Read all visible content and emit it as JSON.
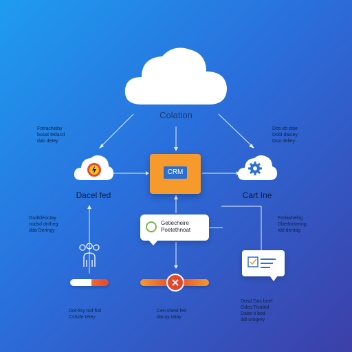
{
  "diagram": {
    "top_cloud": {
      "label": "Colation",
      "icon": "cloud-icon"
    },
    "left_cloud": {
      "label": "Dacel fed",
      "icon": "warning-icon"
    },
    "right_cloud": {
      "label": "Cart Ine",
      "icon": "gear-icon"
    },
    "crm": {
      "label": "CRM"
    },
    "bubble": {
      "text": "Getiecheire\nPoetethnoat",
      "icon": "chat-icon"
    },
    "notes": {
      "top_left": "Fotracheiby\nbusat tedacd\ndab detey",
      "top_right": "Doti eb dsie\nDobl datcey\nDoa deliey",
      "mid_left": "Godtdeoctay\nnodsd dntheg\ndda Deringy",
      "mid_right": "Forlashelng\nDbedoctaring\nIdd deritag",
      "bottom_left": "Dot-tisy tod fod\nCstsde tetey",
      "bottom_mid": "Cen sheai fed\ndacay tatay",
      "bottom_right": "Dosd Das boef\nOdes Tisabtd\nDabe ti bod\nddi orogery"
    },
    "people_icon": "people-icon",
    "slider_icon": "close-icon",
    "card_icon": "checklist-icon",
    "colors": {
      "orange": "#f59a2b",
      "blue": "#2b6fd3",
      "red": "#e8462b",
      "white": "#ffffff"
    }
  }
}
